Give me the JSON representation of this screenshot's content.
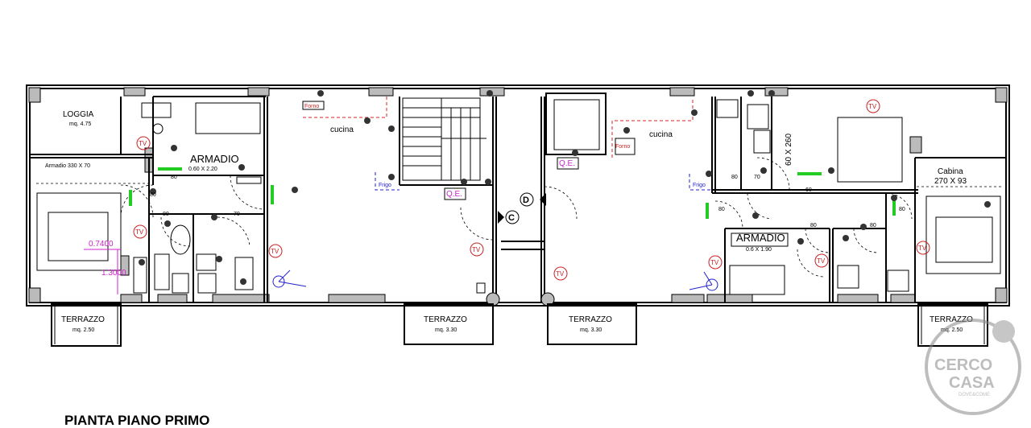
{
  "title": "PIANTA PIANO PRIMO",
  "rooms": {
    "loggia": {
      "name": "LOGGIA",
      "area": "mq. 4.75"
    },
    "armadio_left_label": "Armadio 330 X 70",
    "armadio_mid": {
      "name": "ARMADIO",
      "dims": "0.60 X 2.20"
    },
    "cucina_left": "cucina",
    "cucina_right": "cucina",
    "armadio_right": {
      "name": "ARMADIO",
      "dims": "0.6 X 1.90"
    },
    "cabina": {
      "name": "Cabina",
      "dims": "270 X 93"
    },
    "vertical_dims": "60 X 260"
  },
  "terraces": [
    {
      "name": "TERRAZZO",
      "area": "mq. 2.50"
    },
    {
      "name": "TERRAZZO",
      "area": "mq. 3.30"
    },
    {
      "name": "TERRAZZO",
      "area": "mq. 3.30"
    },
    {
      "name": "TERRAZZO",
      "area": "mq. 2.50"
    }
  ],
  "dimensions": {
    "d1": "0.7400",
    "d2": "1.3000",
    "door80_a": "80",
    "door80_b": "80",
    "door70_a": "70",
    "door80_c": "80",
    "door70_b": "70",
    "door80_d": "80",
    "door60": "60",
    "door80_e": "80",
    "door80_f": "80",
    "door80_g": "80",
    "door80_h": "80"
  },
  "symbols": {
    "tv": "TV",
    "qe": "Q.E.",
    "forno": "Forno",
    "frigo": "Frigo",
    "entrance_c": "C",
    "entrance_d": "D"
  },
  "watermark": {
    "line1": "CERCO",
    "line2": "CASA",
    "tagline": "DOVE&COME"
  }
}
